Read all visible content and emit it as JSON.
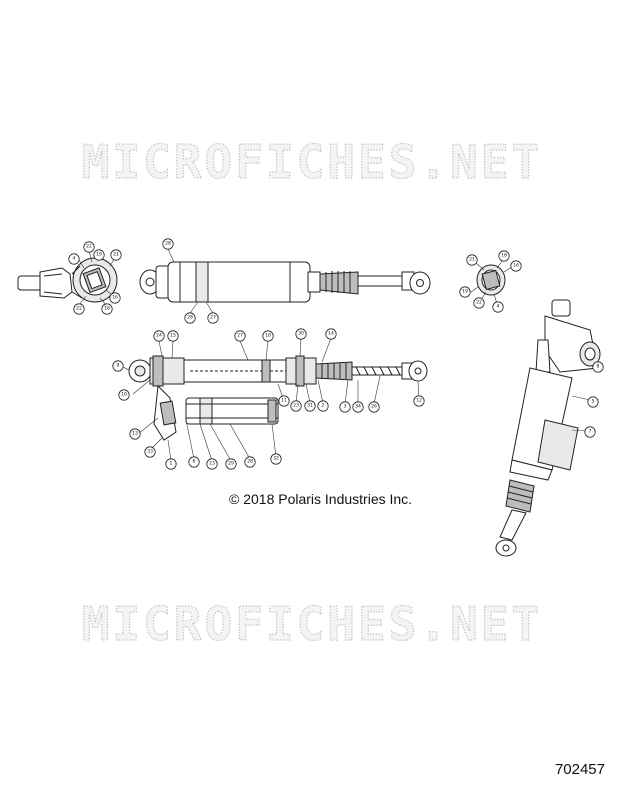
{
  "watermark": {
    "text_top": "MICROFICHES.NET",
    "text_bottom": "MICROFICHES.NET"
  },
  "copyright": "© 2018 Polaris Industries Inc.",
  "diagram_number": "702457",
  "callouts": {
    "top_left_clevis": [
      "22",
      "21",
      "4",
      "19",
      "16",
      "18",
      "22"
    ],
    "upper_shock": [
      "28",
      "28",
      "27"
    ],
    "top_right_bearing": [
      "21",
      "18",
      "16",
      "19",
      "22",
      "4",
      "22"
    ],
    "section_view": [
      "24",
      "15",
      "9",
      "10",
      "27",
      "18",
      "30",
      "14",
      "11",
      "23",
      "31",
      "2",
      "3",
      "34",
      "26",
      "12",
      "13",
      "33",
      "1",
      "6",
      "23",
      "29",
      "28",
      "32"
    ],
    "assembled_shock": [
      "8",
      "5",
      "7"
    ]
  }
}
